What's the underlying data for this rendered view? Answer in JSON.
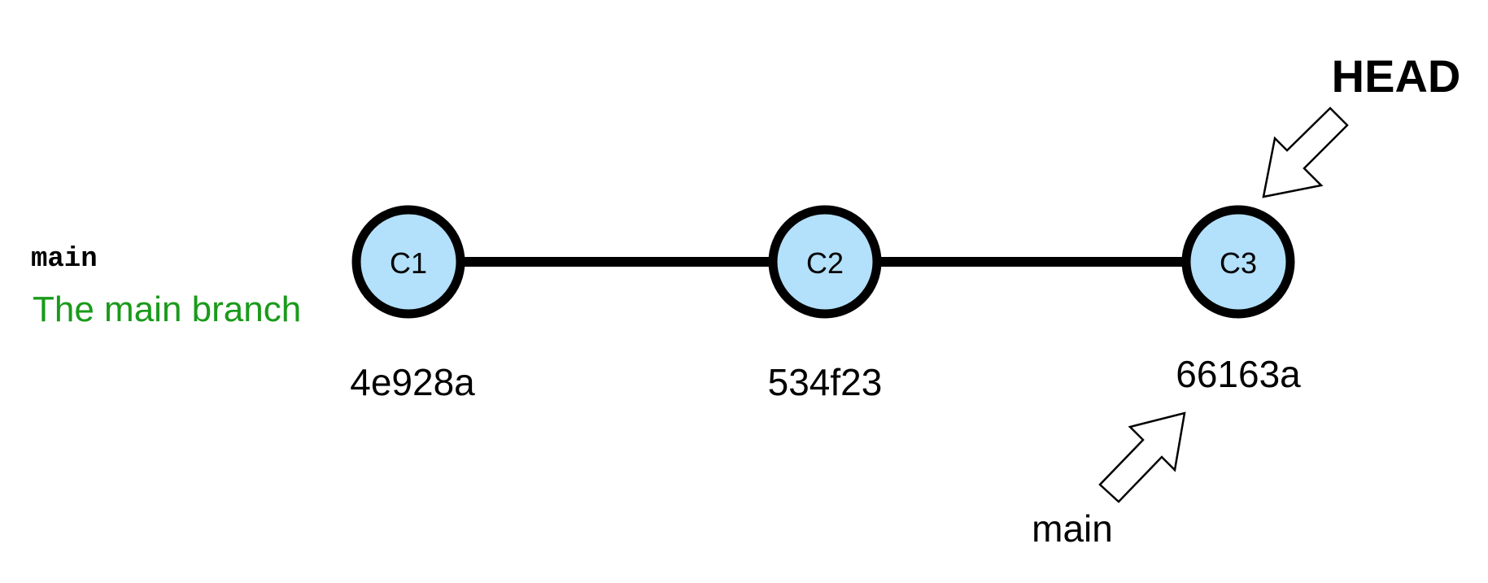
{
  "branch_legend": {
    "name": "main",
    "description": "The main branch"
  },
  "commits": [
    {
      "label": "C1",
      "hash": "4e928a"
    },
    {
      "label": "C2",
      "hash": "534f23"
    },
    {
      "label": "C3",
      "hash": "66163a"
    }
  ],
  "pointers": {
    "head_label": "HEAD",
    "branch_label": "main"
  },
  "colors": {
    "commit_fill": "#b3e0fa",
    "stroke": "#000000",
    "description_text": "#1a9a1a",
    "pointer_fill": "#ffffff"
  },
  "icons": {
    "head_pointer": "arrow-down-left-icon",
    "branch_pointer": "arrow-up-right-icon"
  }
}
